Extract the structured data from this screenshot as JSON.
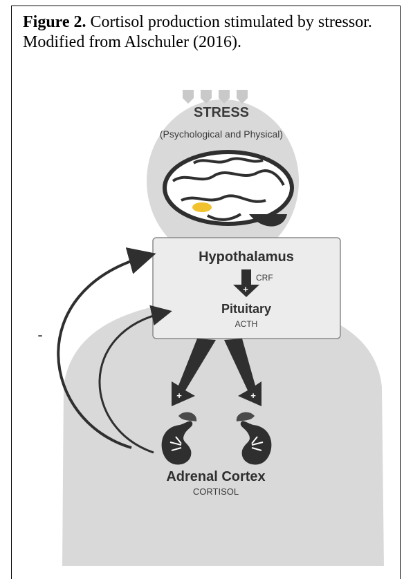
{
  "caption": {
    "label": "Figure 2.",
    "text": " Cortisol production stimulated by stressor. Modified from Alschuler (2016)."
  },
  "diagram": {
    "stress_title": "STRESS",
    "stress_subtitle": "(Psychological and Physical)",
    "hypothalamus": "Hypothalamus",
    "crf": "CRF",
    "plus": "+",
    "pituitary": "Pituitary",
    "acth": "ACTH",
    "negative_feedback": "-",
    "adrenal": "Adrenal Cortex",
    "cortisol": "CORTISOL"
  },
  "colors": {
    "body_silhouette": "#d9d9d9",
    "dark": "#2f2f2f",
    "brain_highlight": "#f2c12e"
  }
}
